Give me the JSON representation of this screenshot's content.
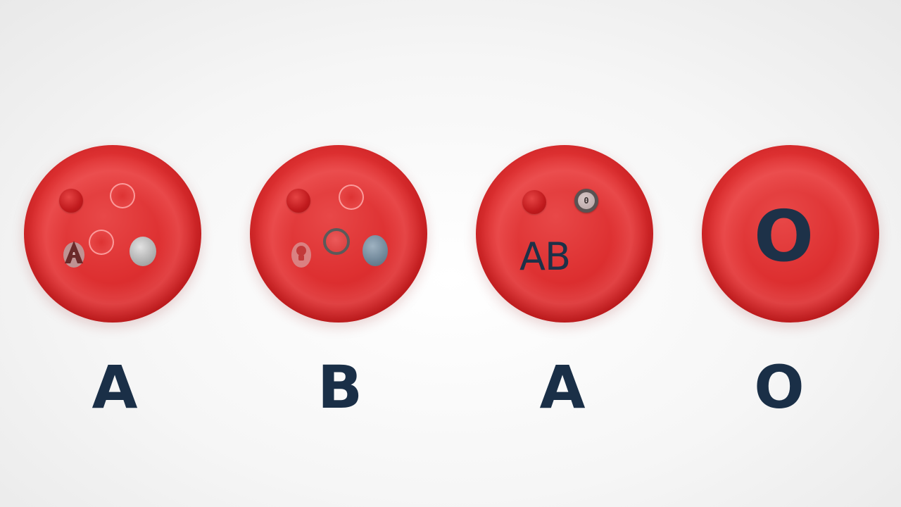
{
  "cells": [
    {
      "label": "A"
    },
    {
      "label": "B"
    },
    {
      "label": "A",
      "cell_text": "AB",
      "badge_text": "0"
    },
    {
      "label": "O",
      "cell_text": "O"
    }
  ],
  "colors": {
    "cell_red": "#dd2f30",
    "label_navy": "#1a2f47",
    "background": "#f6f6f6"
  }
}
